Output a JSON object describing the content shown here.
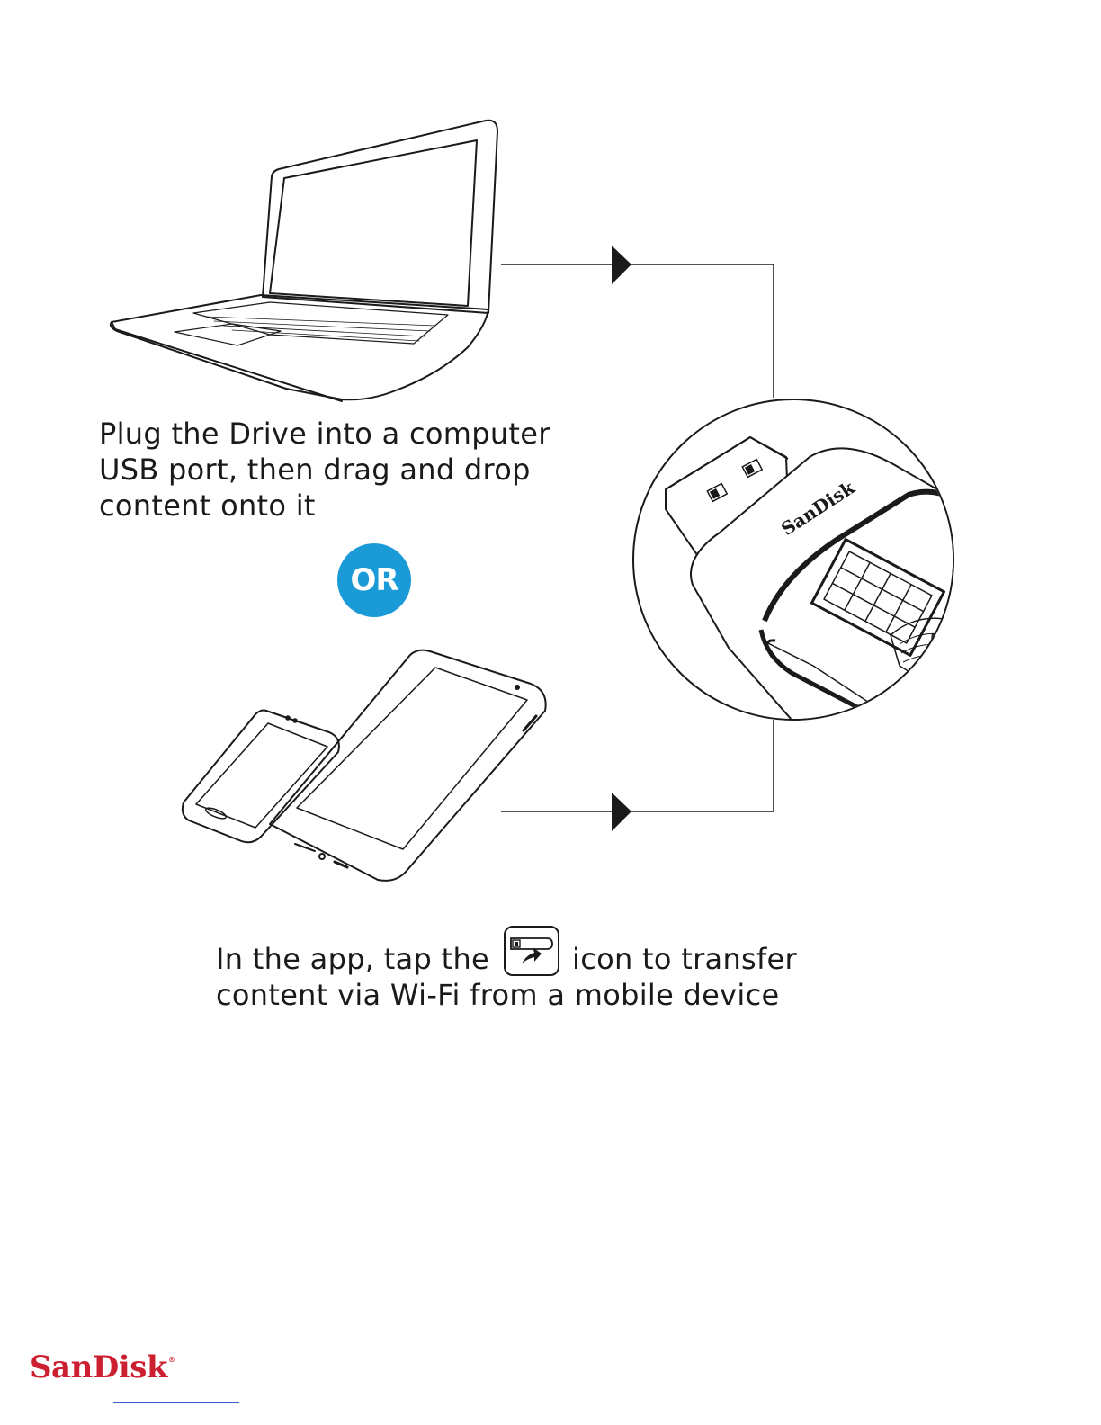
{
  "steps": {
    "computer": {
      "lines": [
        "Plug the Drive into a computer",
        "USB port, then drag and drop",
        "content onto it"
      ]
    },
    "mobile": {
      "line1_before_icon": "In the app, tap the",
      "line1_after_icon": "icon to transfer",
      "line2": "content via Wi-Fi from a mobile device",
      "icon": "drive-transfer-icon"
    }
  },
  "or_badge": "OR",
  "drive_label": "SanDisk",
  "footer": {
    "brand": "SanDisk",
    "trademark": "®"
  },
  "colors": {
    "accent_blue": "#1b9ad8",
    "brand_red": "#cc1f2f",
    "line_art": "#1a1a1a"
  }
}
